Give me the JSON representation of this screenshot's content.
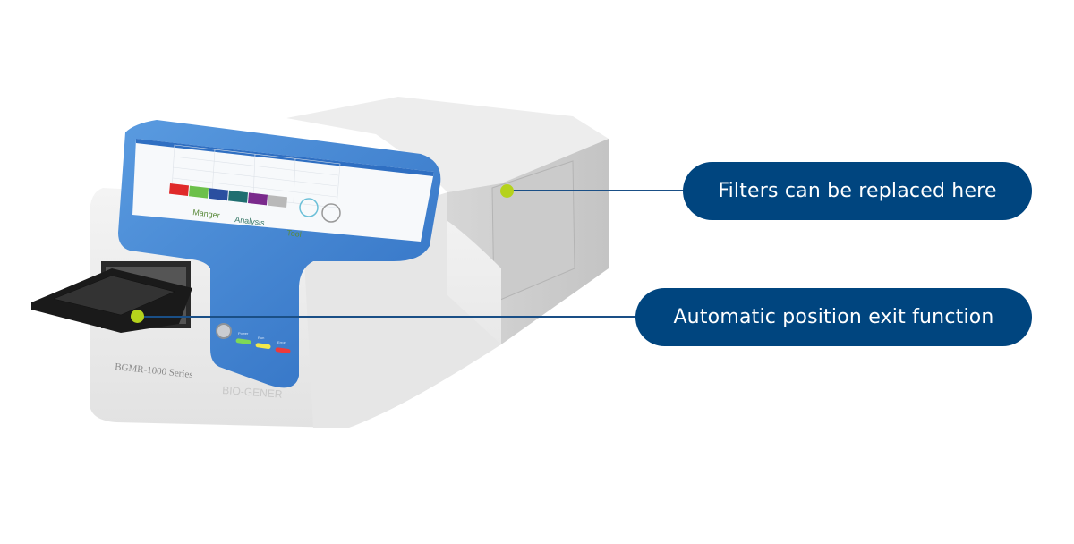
{
  "product": {
    "model_label": "BGMR-1000 Series",
    "brand_label": "BIO-GENER",
    "screen": {
      "menu_items": [
        "Manger",
        "Analysis",
        "Tool"
      ],
      "swatch_colors": [
        "#e02a2a",
        "#6cc04a",
        "#2a4fa0",
        "#1f6e70",
        "#7a2a8c",
        "#b9b9b9"
      ]
    },
    "indicators": [
      {
        "label": "Power",
        "color": "#7ed957"
      },
      {
        "label": "Run",
        "color": "#f2e84a"
      },
      {
        "label": "Error",
        "color": "#ee3a3a"
      }
    ]
  },
  "callouts": [
    {
      "text": "Filters can be replaced here"
    },
    {
      "text": "Automatic position exit function"
    }
  ],
  "colors": {
    "callout_bg": "#00457f",
    "marker_dot": "#b5d21c",
    "leader_line": "#1a4f86",
    "bezel_blue": "#3d7fcf"
  }
}
